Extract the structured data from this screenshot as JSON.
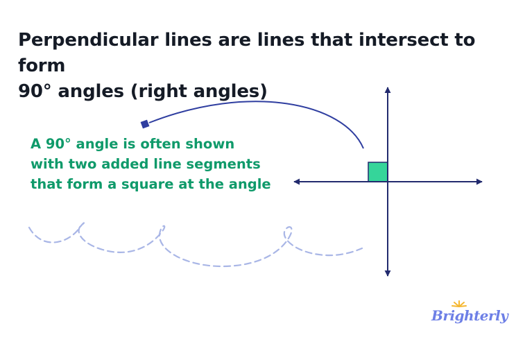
{
  "heading": {
    "line1": "Perpendicular lines are lines that intersect to form",
    "line2": "90° angles (right angles)"
  },
  "callout": {
    "line1": "A 90° angle is often shown",
    "line2": "with two added line segments",
    "line3": "that form a square at the angle"
  },
  "brand": {
    "name": "Brighterly"
  },
  "colors": {
    "text": "#151b26",
    "callout_text": "#0f9a6a",
    "line": "#222a6e",
    "right_angle_fill": "#35d59a",
    "arrow": "#2f3ea0",
    "dashed_path": "#a9b6e6",
    "brand_text": "#6d7fe6",
    "brand_accent": "#f5b731"
  },
  "icons": {
    "pointer": "curved-arrow-icon",
    "marker": "right-angle-square-icon",
    "decor": "dashed-loop-path"
  }
}
